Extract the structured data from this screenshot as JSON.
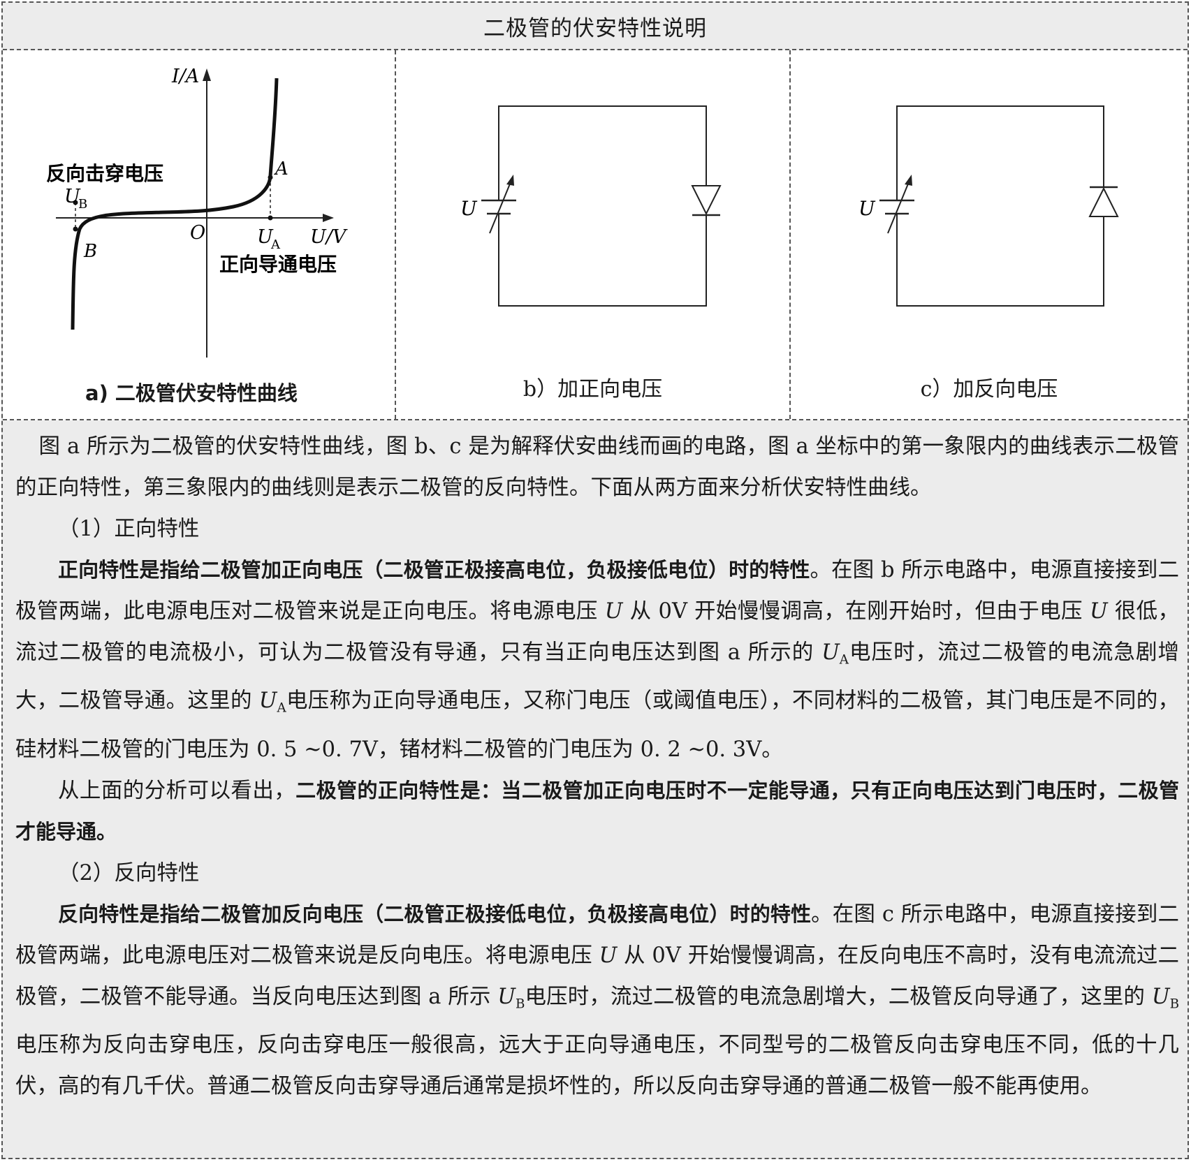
{
  "title": "二极管的伏安特性说明",
  "figure_a": {
    "caption": "a) 二极管伏安特性曲线",
    "y_axis_label": "I/A",
    "x_axis_label": "U/V",
    "origin_label": "O",
    "point_a_label": "A",
    "point_b_label": "B",
    "ub_label": "U",
    "ub_sub": "B",
    "ua_label": "U",
    "ua_sub": "A",
    "breakdown_label": "反向击穿电压",
    "forward_label": "正向导通电压"
  },
  "figure_b": {
    "caption": "b）加正向电压",
    "source_label": "U"
  },
  "figure_c": {
    "caption": "c）加反向电压",
    "source_label": "U"
  },
  "body": {
    "p1": "图 a 所示为二极管的伏安特性曲线，图 b、c 是为解释伏安曲线而画的电路，图 a 坐标中的第一象限内的曲线表示二极管的正向特性，第三象限内的曲线则是表示二极管的反向特性。下面从两方面来分析伏安特性曲线。",
    "h1": "（1）正向特性",
    "p2_bold": "正向特性是指给二极管加正向电压（二极管正极接高电位，负极接低电位）时的特性",
    "p2_a": "。在图 b 所示电路中，电源直接接到二极管两端，此电源电压对二极管来说是正向电压。将电源电压 ",
    "p2_u1": "U",
    "p2_b": " 从 0V 开始慢慢调高，在刚开始时，但由于电压 ",
    "p2_u2": "U",
    "p2_c": " 很低，流过二极管的电流极小，可认为二极管没有导通，只有当正向电压达到图 a 所示的 ",
    "p2_ua1": "U",
    "p2_ua1_sub": "A",
    "p2_d": "电压时，流过二极管的电流急剧增大，二极管导通。这里的 ",
    "p2_ua2": "U",
    "p2_ua2_sub": "A",
    "p2_e": "电压称为正向导通电压，又称门电压（或阈值电压），不同材料的二极管，其门电压是不同的，硅材料二极管的门电压为 0. 5 ~0. 7V，锗材料二极管的门电压为 0. 2 ~0. 3V。",
    "p3_a": "从上面的分析可以看出，",
    "p3_bold": "二极管的正向特性是：当二极管加正向电压时不一定能导通，只有正向电压达到门电压时，二极管才能导通。",
    "h2": "（2）反向特性",
    "p4_bold": "反向特性是指给二极管加反向电压（二极管正极接低电位，负极接高电位）时的特性",
    "p4_a": "。在图 c 所示电路中，电源直接接到二极管两端，此电源电压对二极管来说是反向电压。将电源电压 ",
    "p4_u": "U",
    "p4_b": " 从 0V 开始慢慢调高，在反向电压不高时，没有电流流过二极管，二极管不能导通。当反向电压达到图 a 所示 ",
    "p4_ub1": "U",
    "p4_ub1_sub": "B",
    "p4_c": "电压时，流过二极管的电流急剧增大，二极管反向导通了，这里的 ",
    "p4_ub2": "U",
    "p4_ub2_sub": "B",
    "p4_d": "电压称为反向击穿电压，反向击穿电压一般很高，远大于正向导通电压，不同型号的二极管反向击穿电压不同，低的十几伏，高的有几千伏。普通二极管反向击穿导通后通常是损坏性的，所以反向击穿导通的普通二极管一般不能再使用。"
  }
}
